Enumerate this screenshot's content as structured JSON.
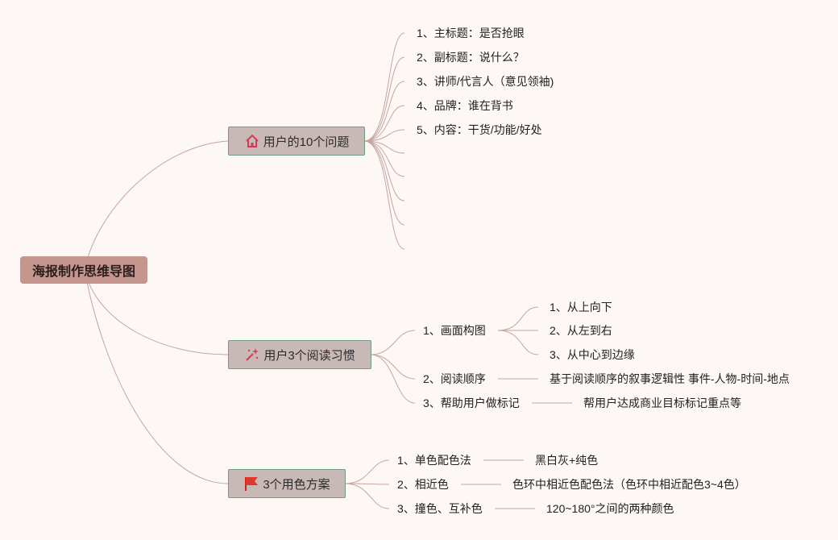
{
  "root": {
    "label": "海报制作思维导图"
  },
  "branch1": {
    "label": "用户的10个问题",
    "icon": "house-icon",
    "items": [
      "1、主标题：是否抢眼",
      "2、副标题：说什么？",
      "3、讲师/代言人（意见领袖)",
      "4、品牌：谁在背书",
      "5、内容：干货/功能/好处"
    ]
  },
  "branch2": {
    "label": "用户3个阅读习惯",
    "icon": "sparkle-wand-icon",
    "items": [
      {
        "label": "1、画面构图",
        "children": [
          "1、从上向下",
          "2、从左到右",
          "3、从中心到边缘"
        ]
      },
      {
        "label": "2、阅读顺序",
        "detail": "基于阅读顺序的叙事逻辑性 事件-人物-时间-地点"
      },
      {
        "label": "3、帮助用户做标记",
        "detail": "帮用户达成商业目标标记重点等"
      }
    ]
  },
  "branch3": {
    "label": "3个用色方案",
    "icon": "red-flag-icon",
    "items": [
      {
        "label": "1、单色配色法",
        "detail": "黑白灰+纯色"
      },
      {
        "label": "2、相近色",
        "detail": "色环中相近色配色法（色环中相近配色3~4色）"
      },
      {
        "label": "3、撞色、互补色",
        "detail": "120~180°之间的两种颜色"
      }
    ]
  },
  "colors": {
    "background": "#fdf7f6",
    "root_fill": "#c5968e",
    "node_fill": "#c9b9b6",
    "node_border": "#6f9c8a",
    "connector": "#c7a59f"
  }
}
